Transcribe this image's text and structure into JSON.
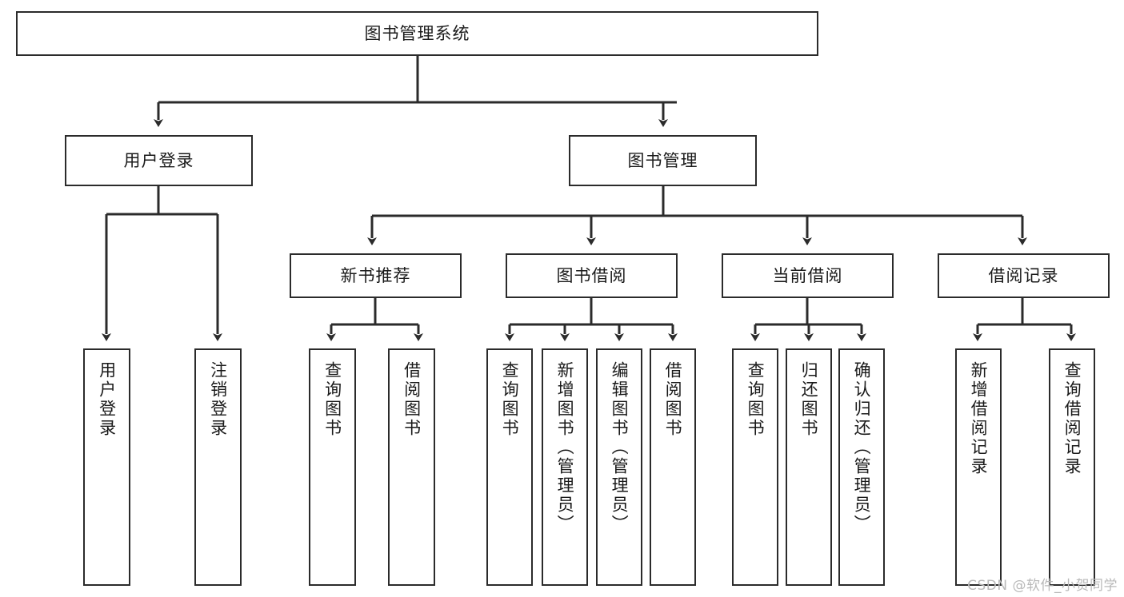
{
  "diagram": {
    "title": "图书管理系统",
    "watermark": "CSDN @软件_小贺同学",
    "colors": {
      "stroke": "#2b2b2b",
      "box_fill": "#ffffff",
      "text": "#1a1a1a",
      "watermark": "#b9b9b9",
      "background": "#ffffff"
    },
    "root": {
      "label": "图书管理系统"
    },
    "level2": [
      {
        "label": "用户登录"
      },
      {
        "label": "图书管理"
      }
    ],
    "level3": [
      {
        "label": "新书推荐"
      },
      {
        "label": "图书借阅"
      },
      {
        "label": "当前借阅"
      },
      {
        "label": "借阅记录"
      }
    ],
    "leaves": {
      "user_login": [
        {
          "label": "用户登录"
        },
        {
          "label": "注销登录"
        }
      ],
      "new_book_recommend": [
        {
          "label": "查询图书"
        },
        {
          "label": "借阅图书"
        }
      ],
      "book_borrow": [
        {
          "label": "查询图书"
        },
        {
          "label": "新增图书（管理员）"
        },
        {
          "label": "编辑图书（管理员）"
        },
        {
          "label": "借阅图书"
        }
      ],
      "current_borrow": [
        {
          "label": "查询图书"
        },
        {
          "label": "归还图书"
        },
        {
          "label": "确认归还（管理员）"
        }
      ],
      "borrow_record": [
        {
          "label": "新增借阅记录"
        },
        {
          "label": "查询借阅记录"
        }
      ]
    }
  }
}
